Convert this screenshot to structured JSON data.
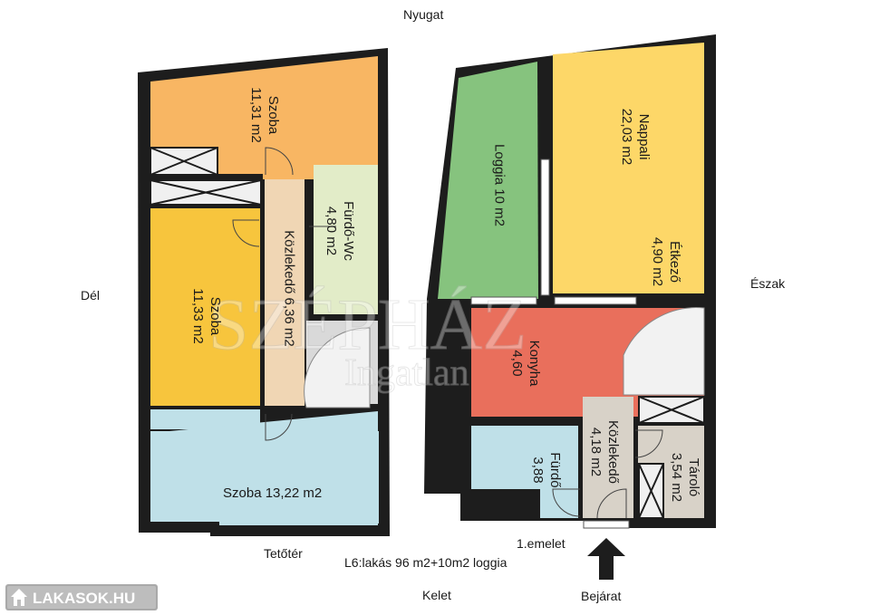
{
  "compass": {
    "north": "Észak",
    "south": "Dél",
    "west": "Nyugat",
    "east": "Kelet"
  },
  "floors": {
    "left": "Tetőtér",
    "right": "1.emelet"
  },
  "caption": "L6:lakás 96 m2+10m2 loggia",
  "entrance": "Bejárat",
  "watermark": {
    "line1": "SZÉPHÁZ",
    "line2": "Ingatlan"
  },
  "logo_text": "LAKASOK.HU",
  "rooms": {
    "szoba_top": {
      "name": "Szoba",
      "area": "11,31 m2",
      "color": "#f8b663"
    },
    "szoba_mid": {
      "name": "Szoba",
      "area": "11,33 m2",
      "color": "#f7c53d"
    },
    "furdo_wc": {
      "name": "Fürdő-Wc",
      "area": "4,80 m2",
      "color": "#e2ecc8"
    },
    "kozlekedo_top": {
      "name": "Közlekedő 6,36 m2",
      "color": "#f0d6b4"
    },
    "szoba_bottom": {
      "name": "Szoba 13,22 m2",
      "color": "#bfe0e8"
    },
    "loggia": {
      "name": "Loggia 10 m2",
      "color": "#86c37e"
    },
    "nappali": {
      "name": "Nappali",
      "area": "22,03 m2",
      "color": "#fdd768"
    },
    "etkezo": {
      "name": "Étkező",
      "area": "4,90 m2"
    },
    "konyha": {
      "name": "Konyha",
      "area": "4,60",
      "color": "#e96f5c"
    },
    "furdo": {
      "name": "Fürdő",
      "area": "3,88",
      "color": "#bfe0e8"
    },
    "kozlekedo_low": {
      "name": "Közlekedő",
      "area": "4,18 m2",
      "color": "#d8d2c8"
    },
    "tarolo": {
      "name": "Tároló",
      "area": "3,54 m2",
      "color": "#d8d2c8"
    }
  },
  "colors": {
    "wall": "#1d1d1d",
    "stair": "#d9d9d9",
    "window": "#9ec6d1"
  }
}
